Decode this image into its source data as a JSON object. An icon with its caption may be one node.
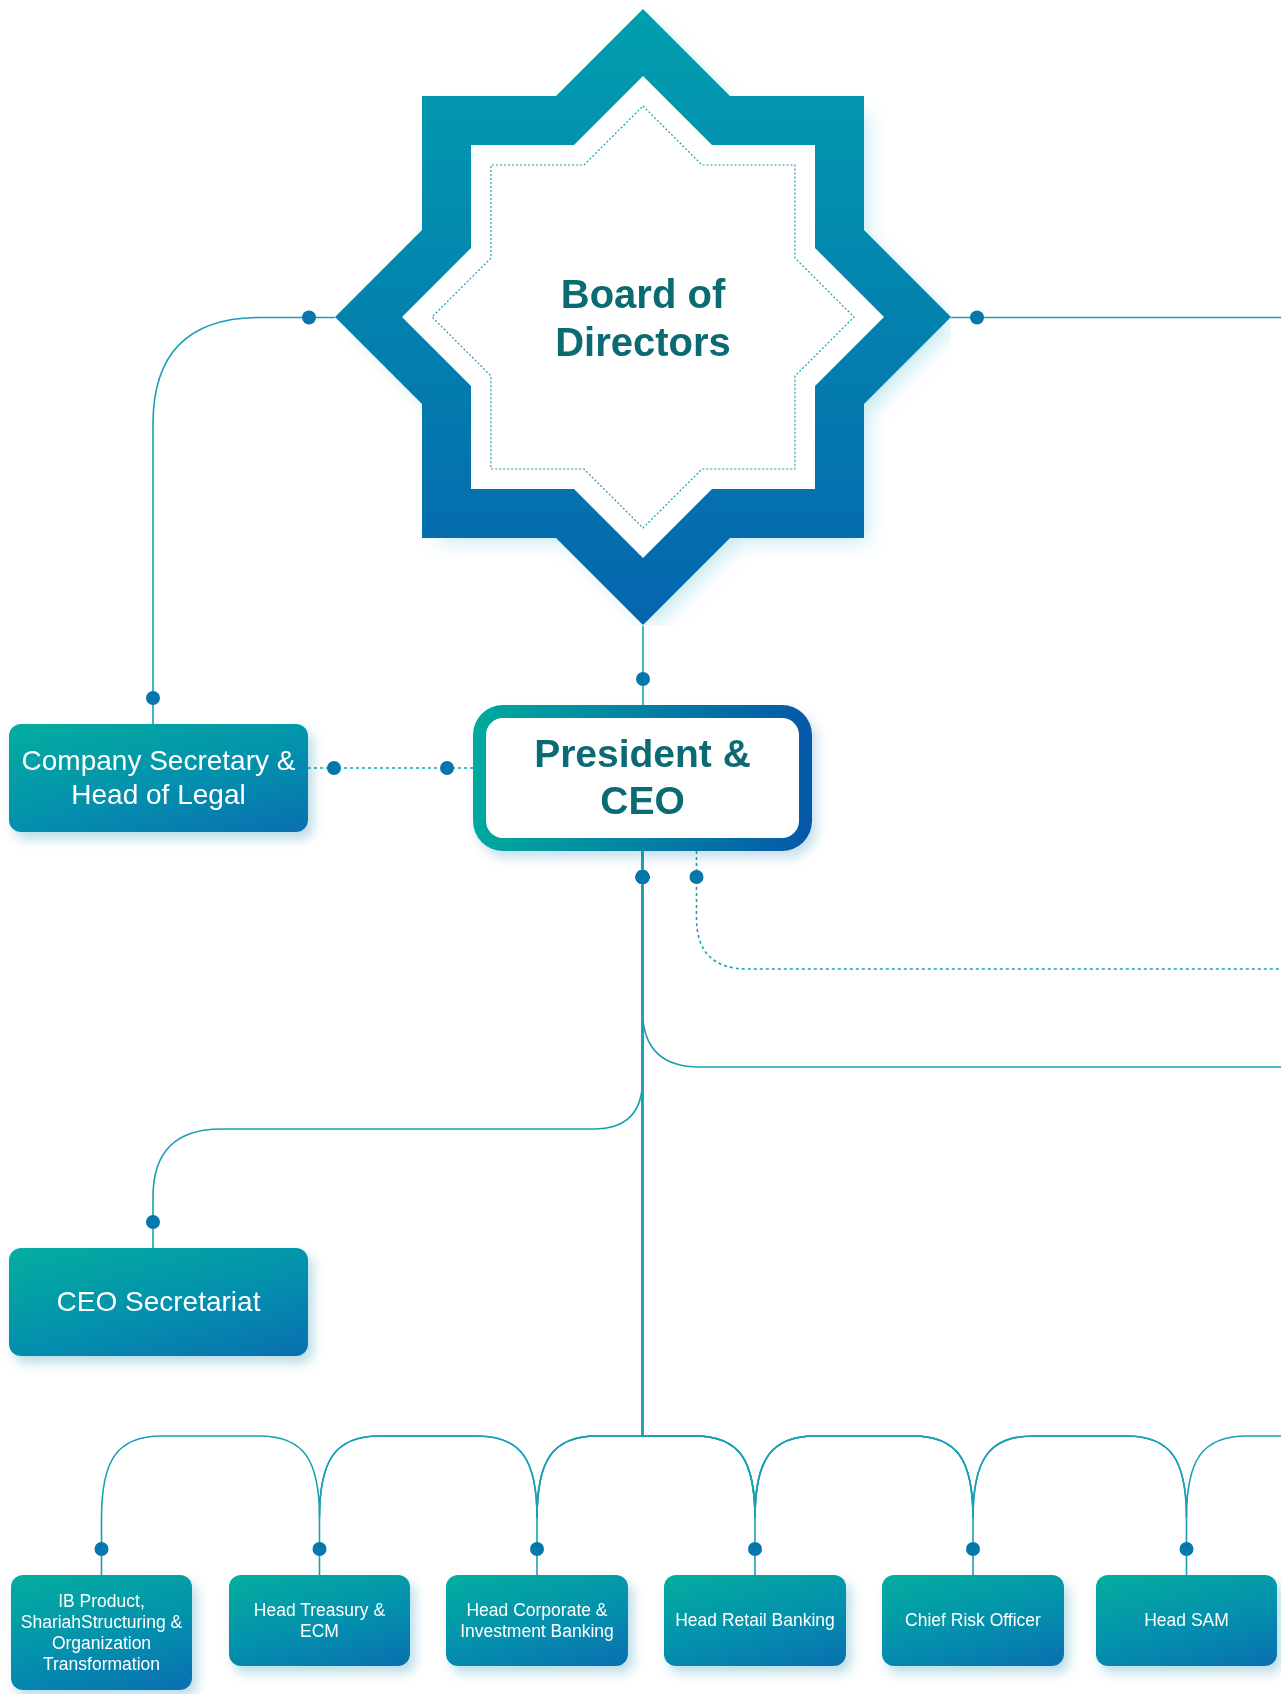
{
  "diagram": {
    "nodes": [
      {
        "text": [
          "Board of Directors"
        ]
      },
      {
        "text": [
          "Company Secretary & Head of Legal"
        ]
      },
      {
        "text": [
          "President & CEO"
        ]
      },
      {
        "text": [
          "CEO Secretariat"
        ]
      },
      {
        "text": [
          "IB Product, ShariahStructuring & Organization Transformation"
        ]
      },
      {
        "text": [
          "Head Treasury  & ECM"
        ]
      },
      {
        "text": [
          "Head Corporate & Investment Banking"
        ]
      },
      {
        "text": [
          "Head Retail Banking"
        ]
      },
      {
        "text": [
          "Chief Risk Officer"
        ]
      },
      {
        "text": [
          "Head SAM"
        ]
      }
    ],
    "edges": [
      {
        "from": 0,
        "to": 1,
        "arrow": "other"
      },
      {
        "from": 0,
        "to": null,
        "arrow": "other"
      },
      {
        "from": 0,
        "to": 2,
        "arrow": "other"
      },
      {
        "from": 1,
        "to": 2,
        "arrow": "other",
        "style": "dashed"
      },
      {
        "from": 2,
        "to": null,
        "arrow": "other",
        "style": "dashed"
      },
      {
        "from": 2,
        "to": null,
        "arrow": "other"
      },
      {
        "from": 2,
        "to": 3,
        "arrow": "other"
      },
      {
        "from": 2,
        "to": 4,
        "arrow": "other"
      },
      {
        "from": 2,
        "to": 5,
        "arrow": "other"
      },
      {
        "from": 2,
        "to": 6,
        "arrow": "other"
      },
      {
        "from": 2,
        "to": 7,
        "arrow": "other"
      },
      {
        "from": 2,
        "to": 8,
        "arrow": "other"
      },
      {
        "from": 2,
        "to": 9,
        "arrow": "other"
      },
      {
        "from": 2,
        "to": null,
        "arrow": "other"
      }
    ]
  }
}
